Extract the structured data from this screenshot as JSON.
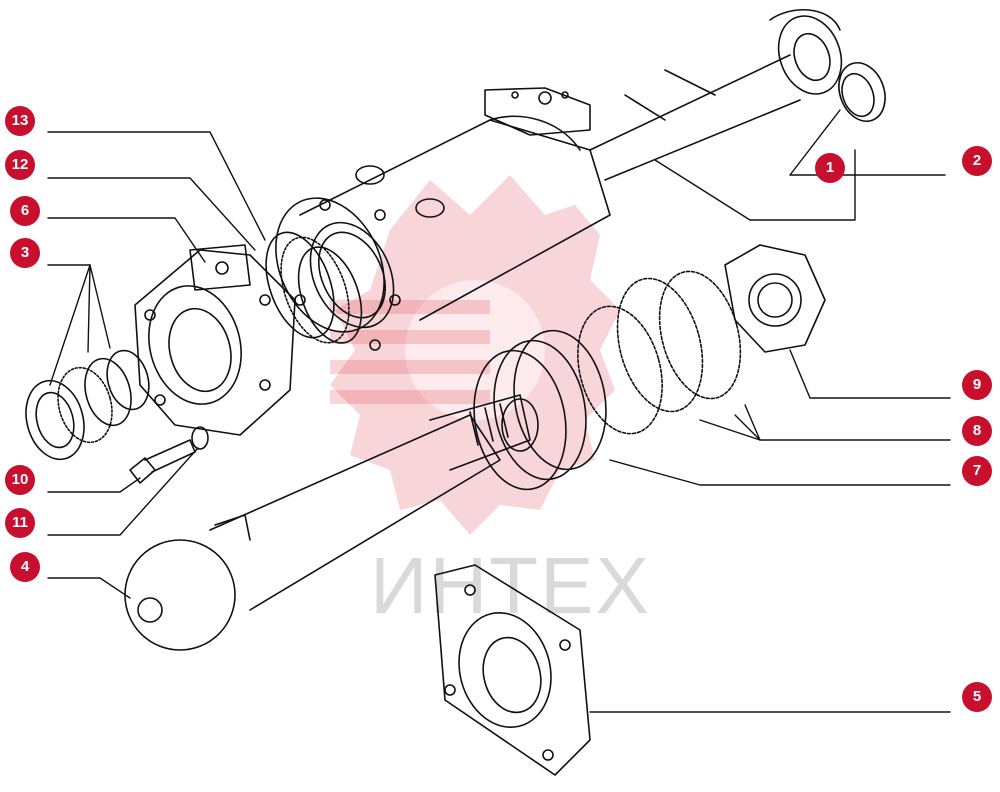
{
  "watermark": {
    "text": "ИНТЕХ",
    "color": "#e8a0a6"
  },
  "callouts": [
    {
      "id": "callout-1",
      "label": "1"
    },
    {
      "id": "callout-2",
      "label": "2"
    },
    {
      "id": "callout-3",
      "label": "3"
    },
    {
      "id": "callout-4",
      "label": "4"
    },
    {
      "id": "callout-5",
      "label": "5"
    },
    {
      "id": "callout-6",
      "label": "6"
    },
    {
      "id": "callout-7",
      "label": "7"
    },
    {
      "id": "callout-8",
      "label": "8"
    },
    {
      "id": "callout-9",
      "label": "9"
    },
    {
      "id": "callout-10",
      "label": "10"
    },
    {
      "id": "callout-11",
      "label": "11"
    },
    {
      "id": "callout-12",
      "label": "12"
    },
    {
      "id": "callout-13",
      "label": "13"
    }
  ],
  "badge_color": "#c8102e"
}
